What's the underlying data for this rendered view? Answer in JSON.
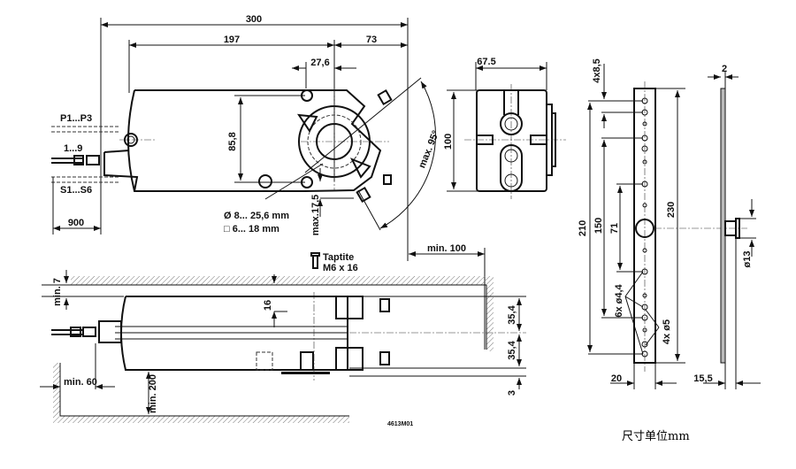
{
  "top_view": {
    "dim_overall": "300",
    "dim_body": "197",
    "dim_right": "73",
    "dim_hole_offset": "27,6",
    "dim_height": "85,8",
    "dim_cable": "900",
    "label_p": "P1...P3",
    "label_wires": "1...9",
    "label_s": "S1...S6",
    "shaft_round": "Ø 8... 25,6 mm",
    "shaft_square": "□ 6... 18 mm",
    "max_offset": "max.17,5",
    "max_angle": "max. 95°",
    "min_clearance_right": "min. 100"
  },
  "side_view": {
    "dim_width": "67.5",
    "dim_height": "100"
  },
  "bottom_view": {
    "screw_label": "Taptite",
    "screw_size": "M6 x 16",
    "min_top": "min. 7",
    "dim_16": "16",
    "dim_upper": "35,4",
    "dim_lower": "35,4",
    "dim_3": "3",
    "min_left": "min. 60",
    "min_bottom": "min. 200",
    "drawing_id": "4613M01"
  },
  "bracket": {
    "dim_pitch": "4x8,5",
    "dim_210": "210",
    "dim_150": "150",
    "dim_71": "71",
    "dim_230": "230",
    "holes_small": "6x ø4,4",
    "holes_large": "4x ø5",
    "dim_20": "20",
    "dim_15_5": "15,5",
    "dim_2": "2",
    "dim_13": "ø13"
  },
  "caption": "尺寸单位mm"
}
